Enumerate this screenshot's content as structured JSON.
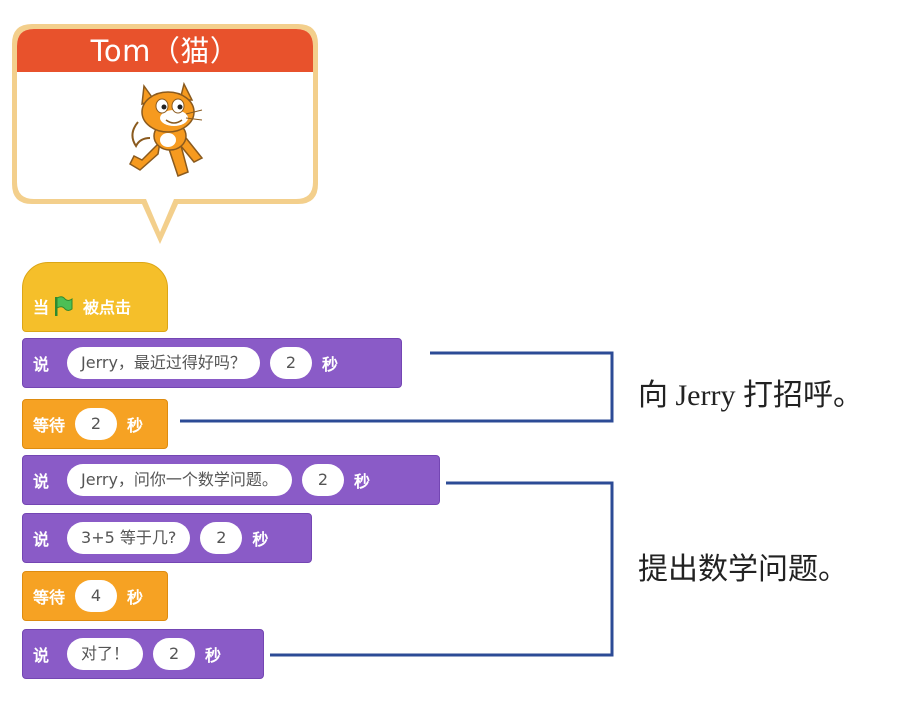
{
  "sprite": {
    "name": "Tom（猫）",
    "title_color": "#e8522c"
  },
  "colors": {
    "looks": "#8a5bc7",
    "control": "#f6a223",
    "event": "#f5bf2a",
    "bracket": "#2c4b96"
  },
  "script": {
    "hat": {
      "before": "当",
      "icon": "green-flag-icon",
      "after": "被点击"
    },
    "blocks": [
      {
        "type": "say",
        "keyword": "说",
        "text": "Jerry，最近过得好吗？",
        "secs": "2",
        "unit": "秒"
      },
      {
        "type": "wait",
        "keyword": "等待",
        "secs": "2",
        "unit": "秒"
      },
      {
        "type": "say",
        "keyword": "说",
        "text": "Jerry，问你一个数学问题。",
        "secs": "2",
        "unit": "秒"
      },
      {
        "type": "say",
        "keyword": "说",
        "text": "3+5 等于几?",
        "secs": "2",
        "unit": "秒"
      },
      {
        "type": "wait",
        "keyword": "等待",
        "secs": "4",
        "unit": "秒"
      },
      {
        "type": "say",
        "keyword": "说",
        "text": "对了！",
        "secs": "2",
        "unit": "秒"
      }
    ]
  },
  "annotations": [
    {
      "text": "向 Jerry 打招呼。"
    },
    {
      "text": "提出数学问题。"
    }
  ]
}
